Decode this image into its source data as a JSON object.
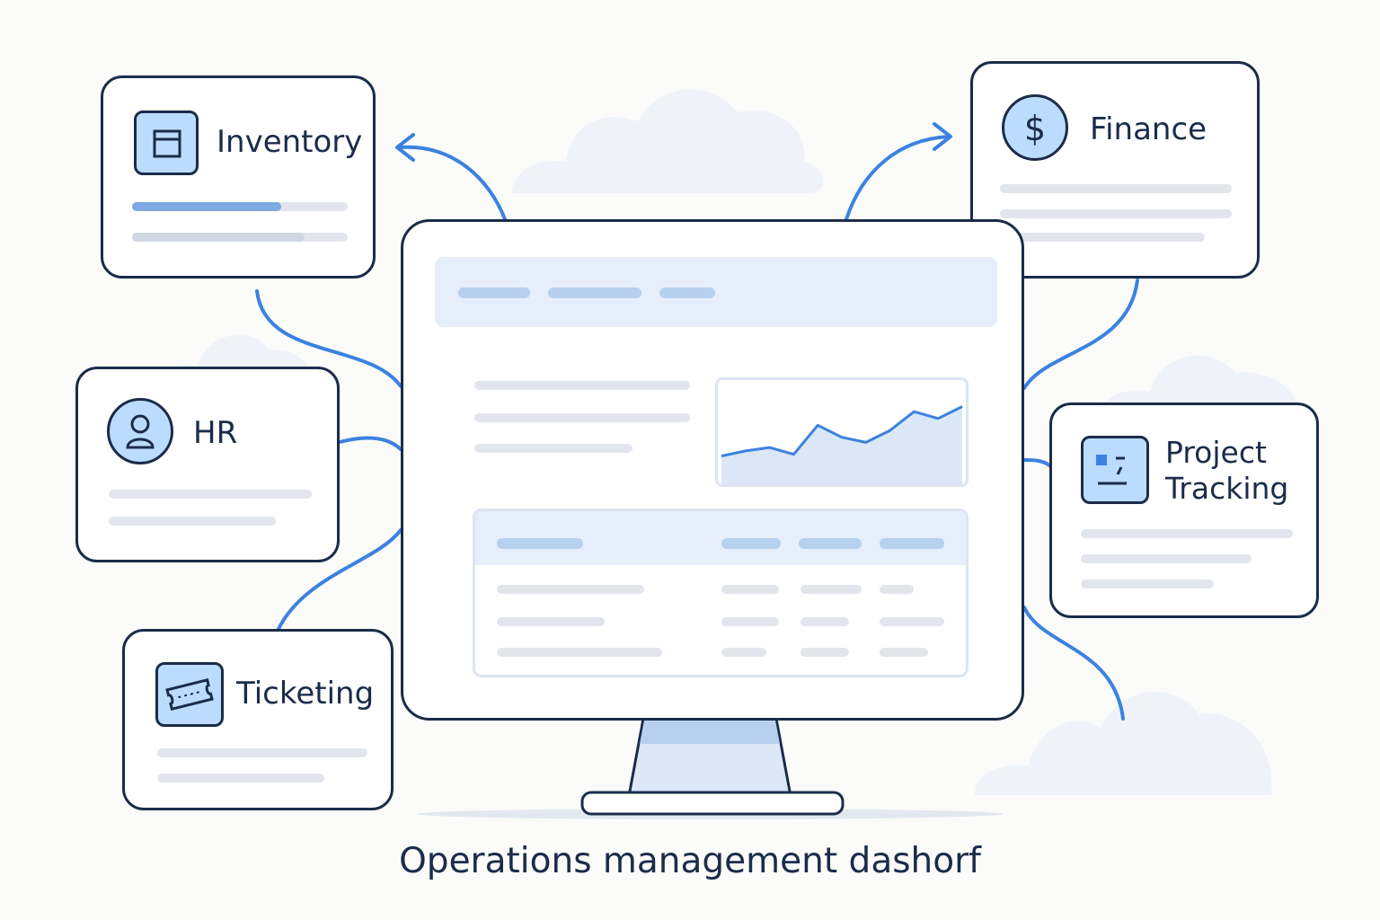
{
  "modules": {
    "inventory": {
      "label": "Inventory",
      "icon": "window-icon"
    },
    "finance": {
      "label": "Finance",
      "icon": "dollar-icon"
    },
    "hr": {
      "label": "HR",
      "icon": "person-icon"
    },
    "project_tracking": {
      "label_line1": "Project",
      "label_line2": "Tracking",
      "icon": "kanban-icon"
    },
    "ticketing": {
      "label": "Ticketing",
      "icon": "ticket-icon"
    }
  },
  "caption": "Operations management dashorf",
  "colors": {
    "outline": "#1b2c4a",
    "accent_blue": "#3b82e0",
    "icon_fill": "#bcdcff",
    "panel_fill": "#e5eefa",
    "placeholder_gray": "#e2e6ec",
    "background": "#fbfbf9"
  },
  "chart_data": {
    "type": "area",
    "values": [
      12,
      18,
      22,
      14,
      48,
      34,
      28,
      42,
      64,
      56,
      70
    ]
  }
}
